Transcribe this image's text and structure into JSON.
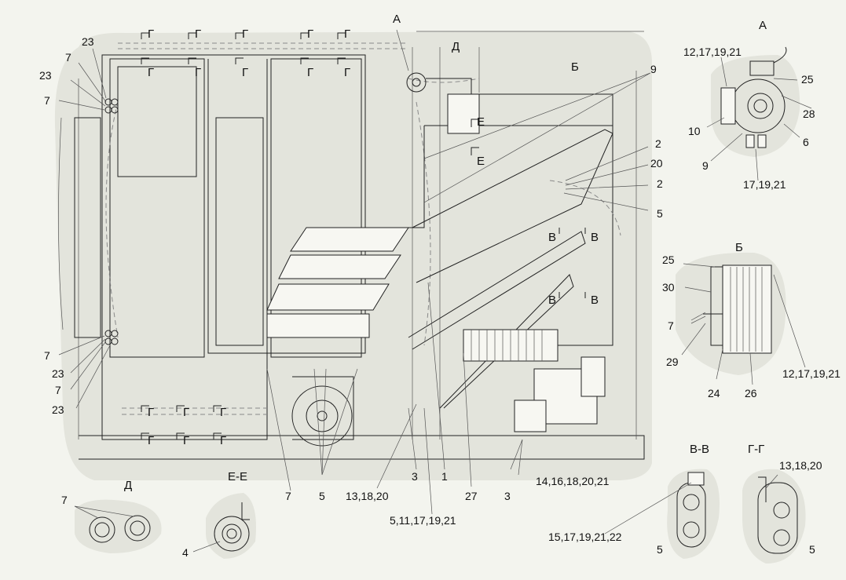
{
  "section_marks": {
    "a": "А",
    "b": "Б",
    "d": "Д",
    "e": "Е",
    "v": "В",
    "g": "Г"
  },
  "views": {
    "a": "А",
    "b": "Б",
    "vv": "В-В",
    "gg": "Г-Г",
    "d": "Д",
    "ee": "Е-Е"
  },
  "callouts": {
    "c23a": "23",
    "c7a": "7",
    "c23b": "23",
    "c7b": "7",
    "c7c": "7",
    "c23c": "23",
    "c7d": "7",
    "c23d": "23",
    "c9": "9",
    "c2a": "2",
    "c20": "20",
    "c2b": "2",
    "c5a": "5",
    "c7e": "7",
    "c5b": "5",
    "c3a": "3",
    "c1": "1",
    "c27": "27",
    "c3b": "3",
    "c13_18_20a": "13,18,20",
    "c5_11": "5,11,17,19,21",
    "c14_16": "14,16,18,20,21",
    "a12": "12,17,19,21",
    "a25": "25",
    "a28": "28",
    "a10": "10",
    "a6": "6",
    "a9": "9",
    "a17": "17,19,21",
    "b25": "25",
    "b30": "30",
    "b7": "7",
    "b29": "29",
    "b24": "24",
    "b26": "26",
    "b12": "12,17,19,21",
    "vv15": "15,17,19,21,22",
    "vv5": "5",
    "gg13": "13,18,20",
    "gg5": "5",
    "d7": "7",
    "ee4": "4"
  }
}
